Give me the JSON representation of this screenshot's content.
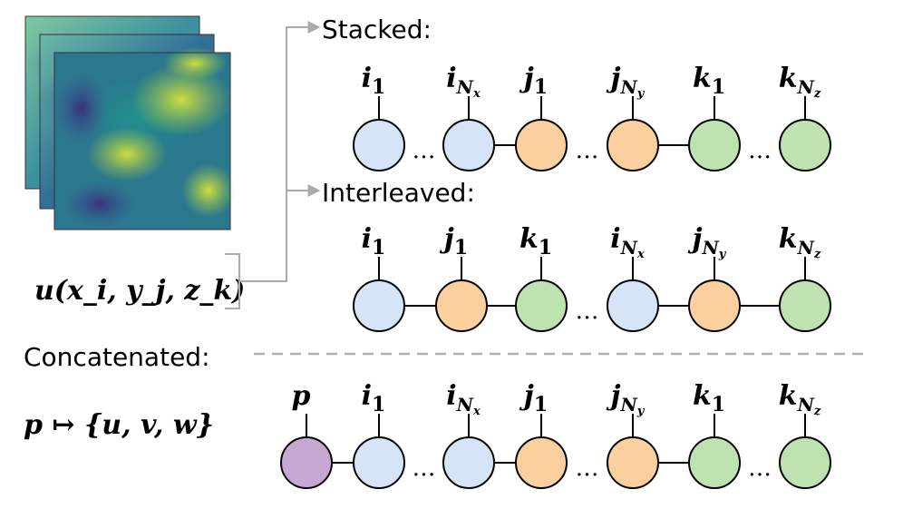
{
  "labels": {
    "stacked": "Stacked:",
    "interleaved": "Interleaved:",
    "concatenated": "Concatenated:",
    "field_expr": "u(x_i, y_j, z_k)",
    "map_expr": "p ↦ {u, v, w}"
  },
  "colors": {
    "i": "#d6e4f7",
    "j": "#fbcf9e",
    "k": "#bfe3b0",
    "p": "#c6a8d2",
    "outline": "#000000",
    "bracket": "#aaaaaa",
    "divider": "#b0b0b0"
  },
  "rows": {
    "stacked": {
      "nodes": [
        {
          "type": "i",
          "label": "i",
          "sub": "1"
        },
        {
          "type": "i",
          "label": "i",
          "sub": "Nx"
        },
        {
          "type": "j",
          "label": "j",
          "sub": "1"
        },
        {
          "type": "j",
          "label": "j",
          "sub": "Ny"
        },
        {
          "type": "k",
          "label": "k",
          "sub": "1"
        },
        {
          "type": "k",
          "label": "k",
          "sub": "Nz"
        }
      ],
      "links": [
        "dots",
        "line",
        "dots",
        "line",
        "dots"
      ]
    },
    "interleaved": {
      "nodes": [
        {
          "type": "i",
          "label": "i",
          "sub": "1"
        },
        {
          "type": "j",
          "label": "j",
          "sub": "1"
        },
        {
          "type": "k",
          "label": "k",
          "sub": "1"
        },
        {
          "type": "i",
          "label": "i",
          "sub": "Nx"
        },
        {
          "type": "j",
          "label": "j",
          "sub": "Ny"
        },
        {
          "type": "k",
          "label": "k",
          "sub": "Nz"
        }
      ],
      "links": [
        "line",
        "line",
        "dots",
        "line",
        "line"
      ]
    },
    "concatenated": {
      "nodes": [
        {
          "type": "p",
          "label": "p",
          "sub": ""
        },
        {
          "type": "i",
          "label": "i",
          "sub": "1"
        },
        {
          "type": "i",
          "label": "i",
          "sub": "Nx"
        },
        {
          "type": "j",
          "label": "j",
          "sub": "1"
        },
        {
          "type": "j",
          "label": "j",
          "sub": "Ny"
        },
        {
          "type": "k",
          "label": "k",
          "sub": "1"
        },
        {
          "type": "k",
          "label": "k",
          "sub": "Nz"
        }
      ],
      "links": [
        "line",
        "dots",
        "line",
        "dots",
        "line",
        "dots"
      ]
    }
  }
}
